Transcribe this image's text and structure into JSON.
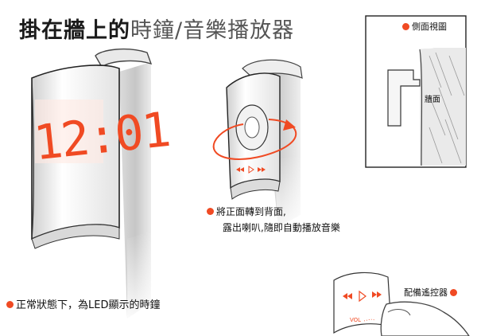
{
  "title": {
    "part1": "掛在牆上的",
    "part2": "時鐘/音樂播放器"
  },
  "clock_display": "12:01",
  "remote_volume_label": "VOL",
  "captions": {
    "normal_line1": "正常狀態下，為LED顯示的時鐘",
    "rotate_line1": "將正面轉到背面,",
    "rotate_line2": "露出喇叭,隨即自動播放音樂",
    "side_view": "側面視圖",
    "wall": "牆面",
    "remote": "配備遙控器"
  },
  "colors": {
    "accent": "#f04a23",
    "sketch": "#555555"
  },
  "icons": [
    "rewind-icon",
    "play-icon",
    "fast-forward-icon",
    "rotate-arrow-icon"
  ]
}
